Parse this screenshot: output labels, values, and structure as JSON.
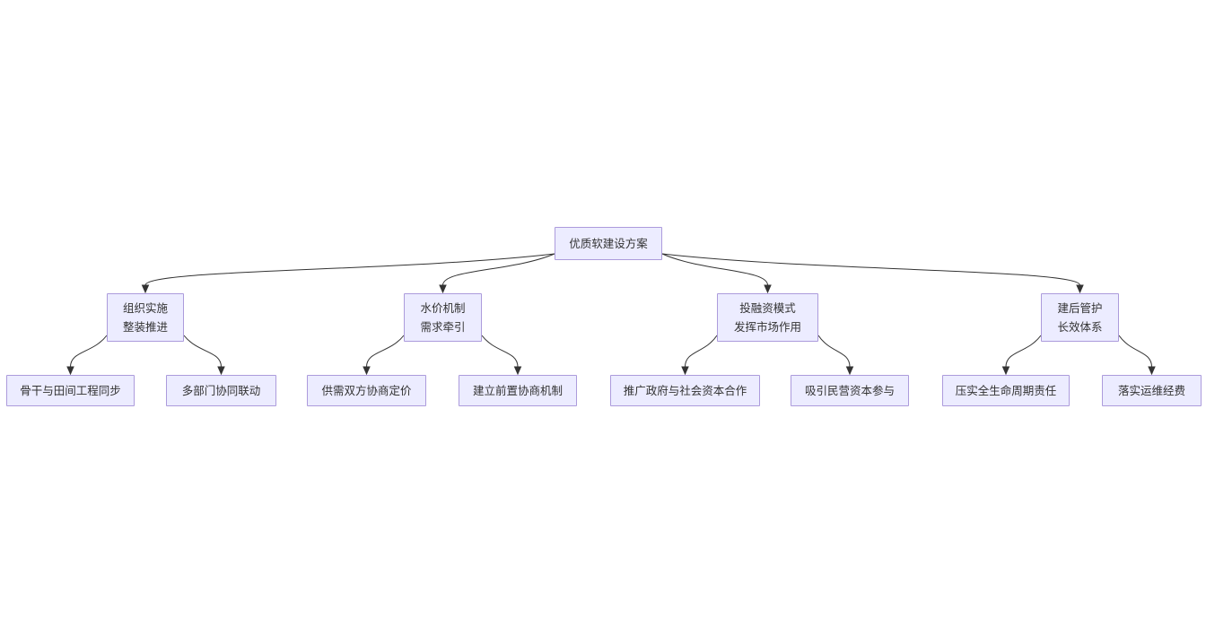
{
  "diagram": {
    "type": "flowchart",
    "direction": "top-down",
    "colors": {
      "background": "#ffffff",
      "node_fill": "#ECECFF",
      "node_border": "#AC9BDC",
      "edge": "#333333",
      "text": "#333333"
    },
    "nodes": [
      {
        "id": "root",
        "lines": [
          "优质软建设方案"
        ]
      },
      {
        "id": "n1",
        "lines": [
          "组织实施",
          "整装推进"
        ]
      },
      {
        "id": "n2",
        "lines": [
          "水价机制",
          "需求牵引"
        ]
      },
      {
        "id": "n3",
        "lines": [
          "投融资模式",
          "发挥市场作用"
        ]
      },
      {
        "id": "n4",
        "lines": [
          "建后管护",
          "长效体系"
        ]
      },
      {
        "id": "l1",
        "lines": [
          "骨干与田间工程同步"
        ]
      },
      {
        "id": "l2",
        "lines": [
          "多部门协同联动"
        ]
      },
      {
        "id": "l3",
        "lines": [
          "供需双方协商定价"
        ]
      },
      {
        "id": "l4",
        "lines": [
          "建立前置协商机制"
        ]
      },
      {
        "id": "l5",
        "lines": [
          "推广政府与社会资本合作"
        ]
      },
      {
        "id": "l6",
        "lines": [
          "吸引民营资本参与"
        ]
      },
      {
        "id": "l7",
        "lines": [
          "压实全生命周期责任"
        ]
      },
      {
        "id": "l8",
        "lines": [
          "落实运维经费"
        ]
      }
    ],
    "edges": [
      {
        "from": "root",
        "to": "n1"
      },
      {
        "from": "root",
        "to": "n2"
      },
      {
        "from": "root",
        "to": "n3"
      },
      {
        "from": "root",
        "to": "n4"
      },
      {
        "from": "n1",
        "to": "l1"
      },
      {
        "from": "n1",
        "to": "l2"
      },
      {
        "from": "n2",
        "to": "l3"
      },
      {
        "from": "n2",
        "to": "l4"
      },
      {
        "from": "n3",
        "to": "l5"
      },
      {
        "from": "n3",
        "to": "l6"
      },
      {
        "from": "n4",
        "to": "l7"
      },
      {
        "from": "n4",
        "to": "l8"
      }
    ]
  }
}
